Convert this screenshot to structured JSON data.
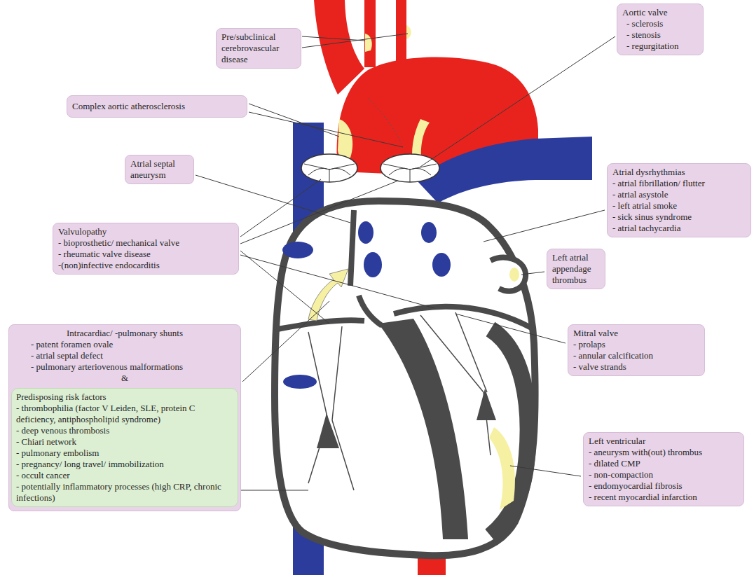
{
  "diagram": {
    "nodes": [
      {
        "text": [
          "Pre/subclinical cerebrovascular disease"
        ]
      },
      {
        "text": [
          "Aortic valve",
          "- sclerosis",
          "- stenosis",
          "- regurgitation"
        ]
      },
      {
        "text": [
          "Complex aortic atherosclerosis"
        ]
      },
      {
        "text": [
          "Atrial septal aneurysm"
        ]
      },
      {
        "text": [
          "Atrial dysrhythmias",
          "- atrial fibrillation/ flutter",
          "- atrial asystole",
          "- left atrial smoke",
          "- sick sinus syndrome",
          "- atrial tachycardia"
        ]
      },
      {
        "text": [
          "Valvulopathy",
          "- bioprosthetic/ mechanical valve",
          "- rheumatic valve disease",
          "-(non)infective endocarditis"
        ]
      },
      {
        "text": [
          "Left atrial appendage thrombus"
        ]
      },
      {
        "text": [
          "Intracardiac/ -pulmonary shunts",
          "- patent foramen ovale",
          "- atrial septal defect",
          "- pulmonary arteriovenous malformations",
          "&"
        ]
      },
      {
        "text": [
          "Predisposing risk factors",
          "- thrombophilia (factor V Leiden, SLE, protein C deficiency, antiphospholipid syndrome)",
          "- deep venous thrombosis",
          "- Chiari network",
          "- pulmonary embolism",
          "- pregnancy/ long travel/ immobilization",
          "- occult cancer",
          "- potentially inflammatory processes (high CRP, chronic infections)"
        ],
        "in": 7
      },
      {
        "text": [
          "Mitral valve",
          "- prolaps",
          "- annular calcification",
          "- valve strands"
        ]
      },
      {
        "text": [
          "Left ventricular",
          "- aneurysm with(out) thrombus",
          "- dilated CMP",
          "- non-compaction",
          "- endomyocardial fibrosis",
          "- recent myocardial infarction"
        ]
      }
    ]
  }
}
